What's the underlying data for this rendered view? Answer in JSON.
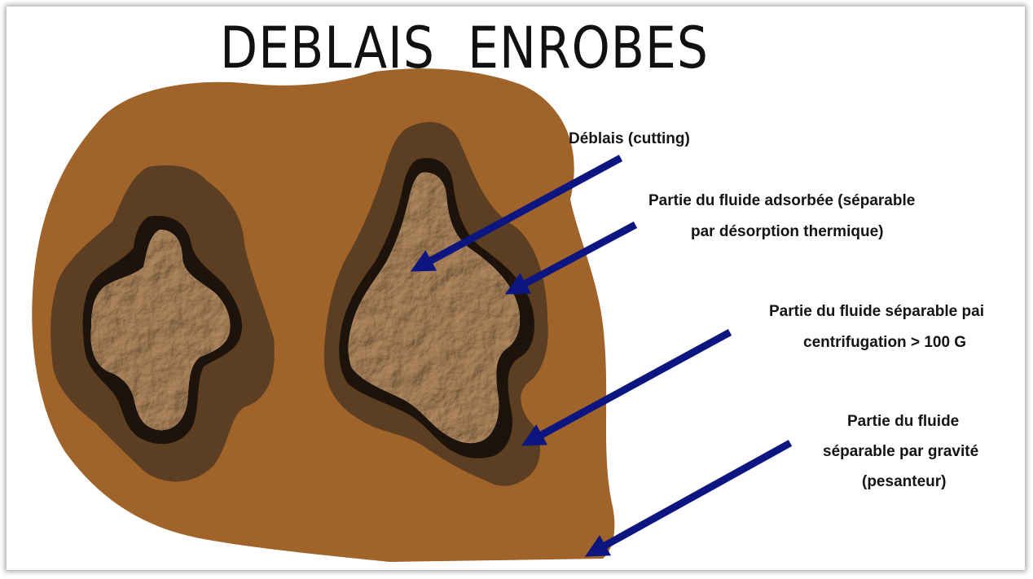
{
  "title": "DEBLAIS  ENROBES",
  "labels": {
    "cutting": "Déblais (cutting)",
    "adsorbed_line1": "Partie du fluide adsorbée (séparable",
    "adsorbed_line2": "par désorption thermique)",
    "centrifugation_line1": "Partie du fluide séparable pai",
    "centrifugation_line2": "centrifugation > 100 G",
    "gravity_line1": "Partie du fluide",
    "gravity_line2": "séparable par gravité",
    "gravity_line3": "(pesanteur)"
  },
  "colors": {
    "outer_fluid": "#a0642a",
    "centrifugation_layer": "#5c3f22",
    "adsorbed_layer": "#1e130a",
    "cutting": "#c7a886",
    "arrow": "#0d1580"
  }
}
